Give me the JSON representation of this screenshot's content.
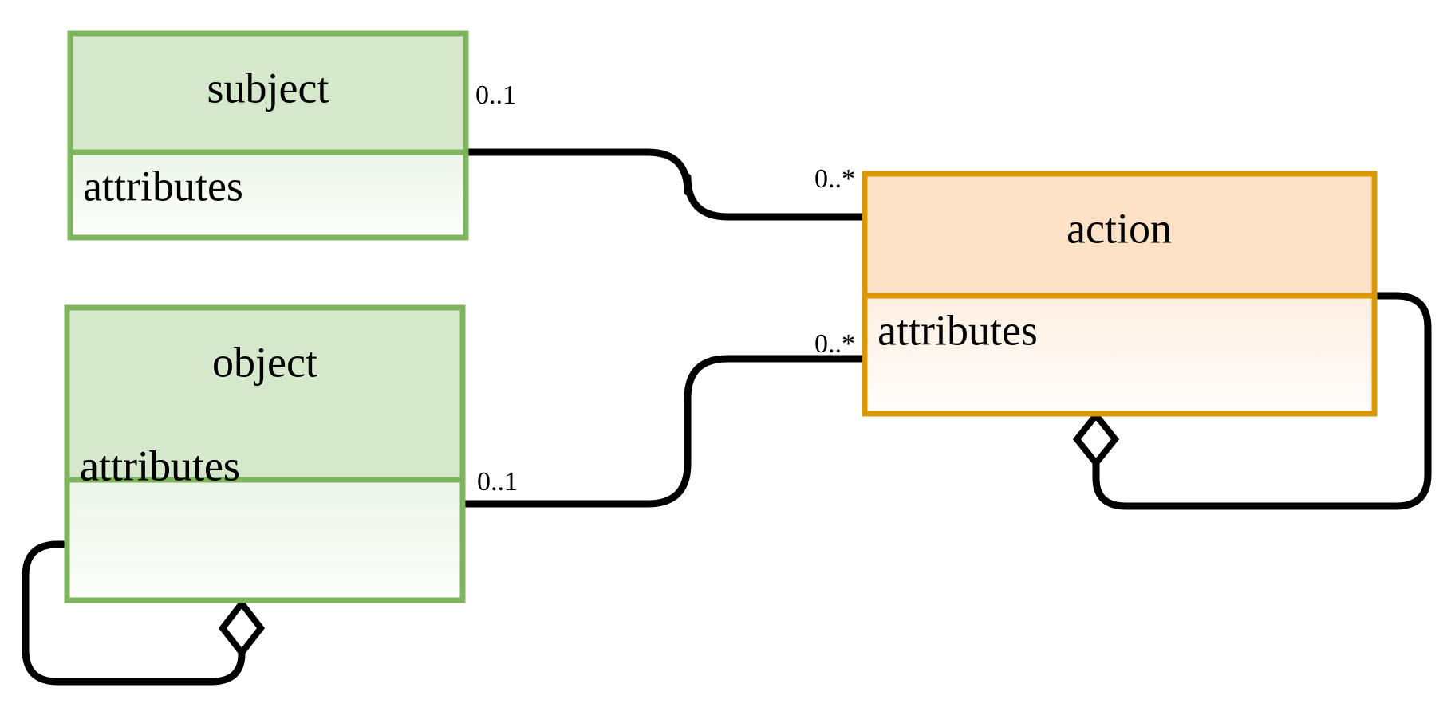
{
  "diagram": {
    "type": "uml-class-diagram",
    "background_color": "#ffffff",
    "classes": [
      {
        "id": "subject",
        "title": "subject",
        "compartment": "attributes",
        "border_color": "#7FB45F",
        "header_color": "#D6E8CC",
        "body_gradient_from": "#D6E8CC",
        "body_gradient_to": "#FFFFFF"
      },
      {
        "id": "object",
        "title": "object",
        "compartment": "attributes",
        "border_color": "#7FB45F",
        "header_color": "#D6E8CC",
        "body_gradient_from": "#D6E8CC",
        "body_gradient_to": "#FFFFFF"
      },
      {
        "id": "action",
        "title": "action",
        "compartment": "attributes",
        "border_color": "#D99800",
        "header_color": "#FDE2C8",
        "body_gradient_from": "#FDE2C8",
        "body_gradient_to": "#FFFFFF"
      }
    ],
    "relationships": [
      {
        "id": "subject-action",
        "source": "subject",
        "target": "action",
        "source_multiplicity": "0..1",
        "target_multiplicity": "0..*",
        "marker": "none"
      },
      {
        "id": "object-action",
        "source": "object",
        "target": "action",
        "source_multiplicity": "0..1",
        "target_multiplicity": "0..*",
        "marker": "none"
      },
      {
        "id": "object-self",
        "source": "object",
        "target": "object",
        "marker": "aggregation-diamond"
      },
      {
        "id": "action-self",
        "source": "action",
        "target": "action",
        "marker": "aggregation-diamond"
      }
    ]
  }
}
